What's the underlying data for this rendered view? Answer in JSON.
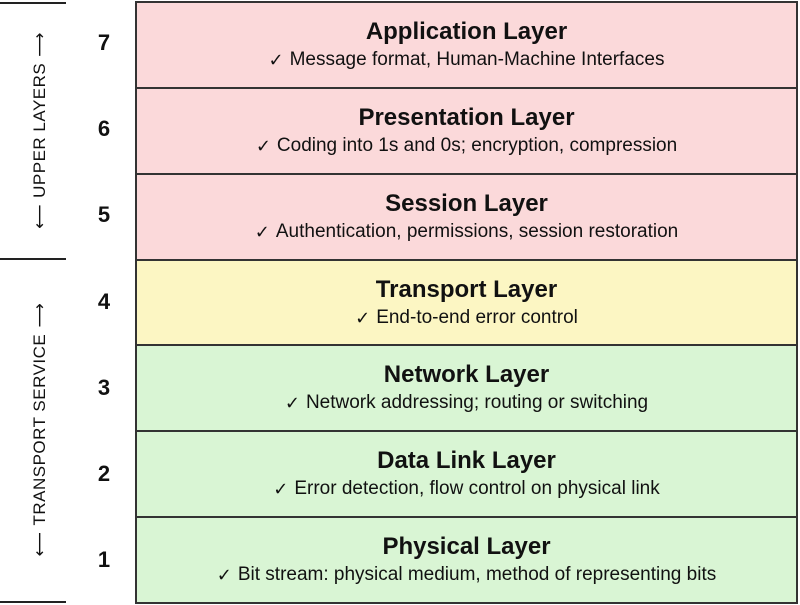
{
  "groups": {
    "upper": {
      "label": "UPPER LAYERS"
    },
    "transport": {
      "label": "TRANSPORT SERVICE"
    }
  },
  "colors": {
    "upper": "#fbd9da",
    "transport": "#fcf6c3",
    "lower": "#d9f5d4"
  },
  "layers": [
    {
      "number": "7",
      "title": "Application Layer",
      "desc": "Message format, Human-Machine Interfaces",
      "group": "upper"
    },
    {
      "number": "6",
      "title": "Presentation Layer",
      "desc": "Coding into 1s and 0s; encryption, compression",
      "group": "upper"
    },
    {
      "number": "5",
      "title": "Session Layer",
      "desc": "Authentication, permissions, session restoration",
      "group": "upper"
    },
    {
      "number": "4",
      "title": "Transport Layer",
      "desc": "End-to-end error control",
      "group": "transport"
    },
    {
      "number": "3",
      "title": "Network Layer",
      "desc": "Network addressing; routing or switching",
      "group": "lower"
    },
    {
      "number": "2",
      "title": "Data Link Layer",
      "desc": "Error detection, flow control on physical link",
      "group": "lower"
    },
    {
      "number": "1",
      "title": "Physical Layer",
      "desc": "Bit stream: physical medium, method of representing bits",
      "group": "lower"
    }
  ]
}
